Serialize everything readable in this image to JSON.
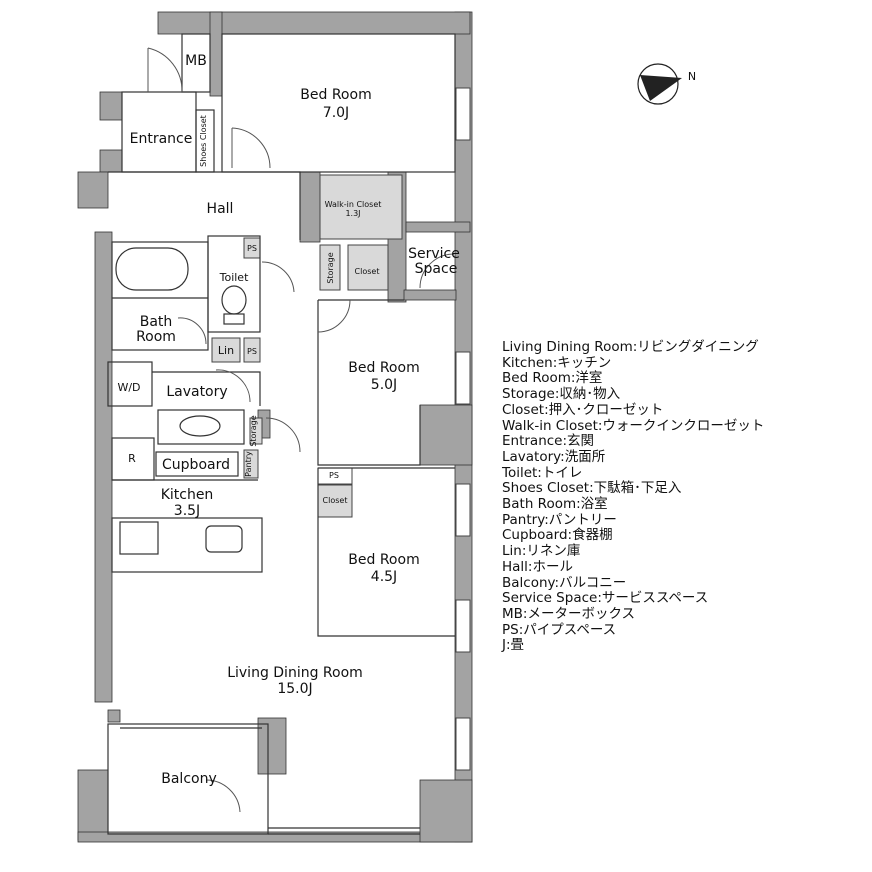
{
  "rooms": {
    "bed1_name": "Bed Room",
    "bed1_size": "7.0J",
    "entrance": "Entrance",
    "mb": "MB",
    "shoes_closet": "Shoes Closet",
    "hall": "Hall",
    "wic_name": "Walk-in Closet",
    "wic_size": "1.3J",
    "service_1": "Service",
    "service_2": "Space",
    "storage": "Storage",
    "closet": "Closet",
    "ps": "PS",
    "toilet": "Toilet",
    "bath_1": "Bath",
    "bath_2": "Room",
    "lin": "Lin",
    "wd": "W/D",
    "lavatory": "Lavatory",
    "bed2_name": "Bed Room",
    "bed2_size": "5.0J",
    "r": "R",
    "cupboard": "Cupboard",
    "pantry": "Pantry",
    "storage_small": "Storage",
    "kitchen_name": "Kitchen",
    "kitchen_size": "3.5J",
    "bed3_name": "Bed Room",
    "bed3_size": "4.5J",
    "ldr_name": "Living Dining Room",
    "ldr_size": "15.0J",
    "balcony": "Balcony",
    "compass_n": "N"
  },
  "legend": [
    "Living Dining Room:リビングダイニング",
    "Kitchen:キッチン",
    "Bed Room:洋室",
    "Storage:収納･物入",
    "Closet:押入･クローゼット",
    "Walk-in Closet:ウォークインクローゼット",
    "Entrance:玄関",
    "Lavatory:洗面所",
    "Toilet:トイレ",
    "Shoes Closet:下駄箱･下足入",
    "Bath Room:浴室",
    "Pantry:パントリー",
    "Cupboard:食器棚",
    "Lin:リネン庫",
    "Hall:ホール",
    "Balcony:バルコニー",
    "Service Space:サービススペース",
    "MB:メーターボックス",
    "PS:パイプスペース",
    "J:畳"
  ]
}
